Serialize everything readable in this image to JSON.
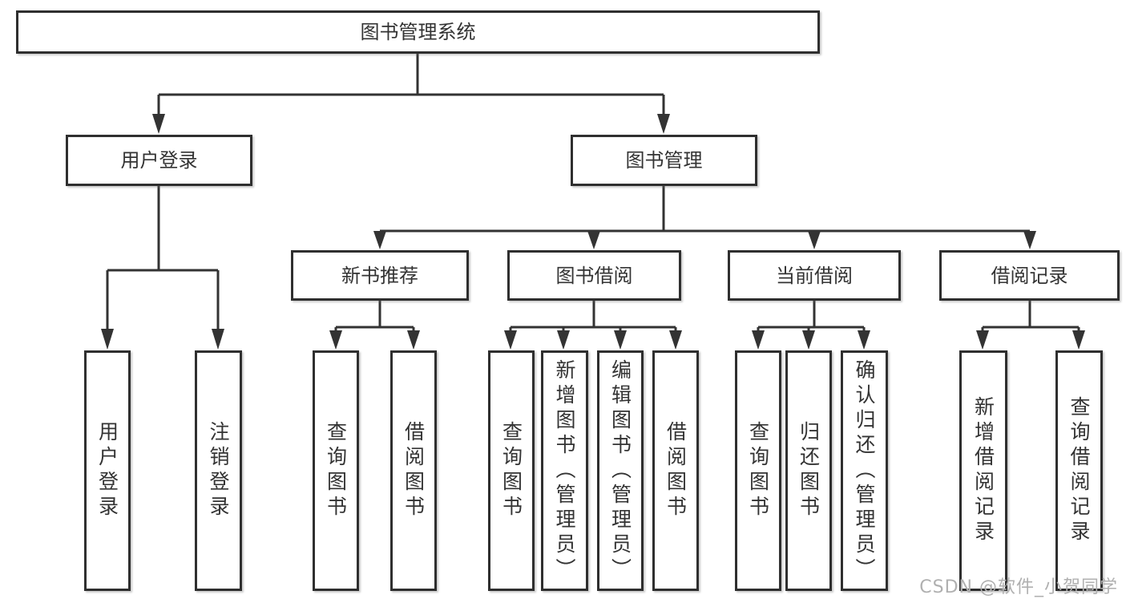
{
  "tree": {
    "label": "图书管理系统",
    "children": [
      {
        "label": "用户登录",
        "children": [
          {
            "label": "用户登录"
          },
          {
            "label": "注销登录"
          }
        ]
      },
      {
        "label": "图书管理",
        "children": [
          {
            "label": "新书推荐",
            "children": [
              {
                "label": "查询图书"
              },
              {
                "label": "借阅图书"
              }
            ]
          },
          {
            "label": "图书借阅",
            "children": [
              {
                "label": "查询图书"
              },
              {
                "label": "新增图书（管理员）"
              },
              {
                "label": "编辑图书（管理员）"
              },
              {
                "label": "借阅图书"
              }
            ]
          },
          {
            "label": "当前借阅",
            "children": [
              {
                "label": "查询图书"
              },
              {
                "label": "归还图书"
              },
              {
                "label": "确认归还（管理员）"
              }
            ]
          },
          {
            "label": "借阅记录",
            "children": [
              {
                "label": "新增借阅记录"
              },
              {
                "label": "查询借阅记录"
              }
            ]
          }
        ]
      }
    ]
  },
  "watermark": "CSDN @软件_小贺同学",
  "colors": {
    "line": "#333333",
    "box_border": "#2f2f2f",
    "box_background": "#ffffff",
    "watermark": "#b0b0b0"
  }
}
